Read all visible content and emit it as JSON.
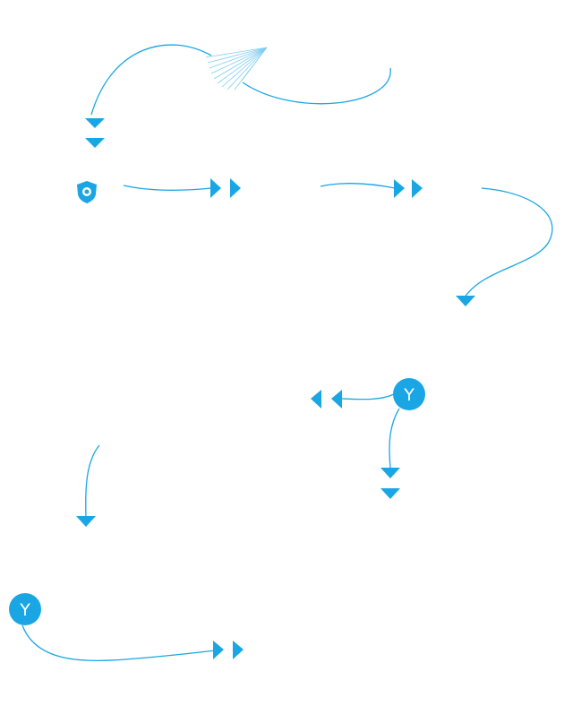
{
  "diagram": {
    "accent_color": "#1aa6e4",
    "background": "#ffffff",
    "nodes": [
      {
        "id": "node-shield",
        "icon": "shield-icon",
        "label": ""
      },
      {
        "id": "node-y-upper",
        "icon": "",
        "label": "Y"
      },
      {
        "id": "node-y-lower",
        "icon": "",
        "label": "Y"
      }
    ],
    "connectors": [
      {
        "id": "connector-swirl",
        "arrow": "double-down"
      },
      {
        "id": "connector-shield-right",
        "arrow": "double-right"
      },
      {
        "id": "connector-middle-right",
        "arrow": "double-right"
      },
      {
        "id": "connector-right-curve",
        "arrow": "down"
      },
      {
        "id": "connector-y-left",
        "arrow": "double-left"
      },
      {
        "id": "connector-y-down",
        "arrow": "double-down"
      },
      {
        "id": "connector-left-down",
        "arrow": "down"
      },
      {
        "id": "connector-bottom-right",
        "arrow": "double-right"
      }
    ]
  }
}
